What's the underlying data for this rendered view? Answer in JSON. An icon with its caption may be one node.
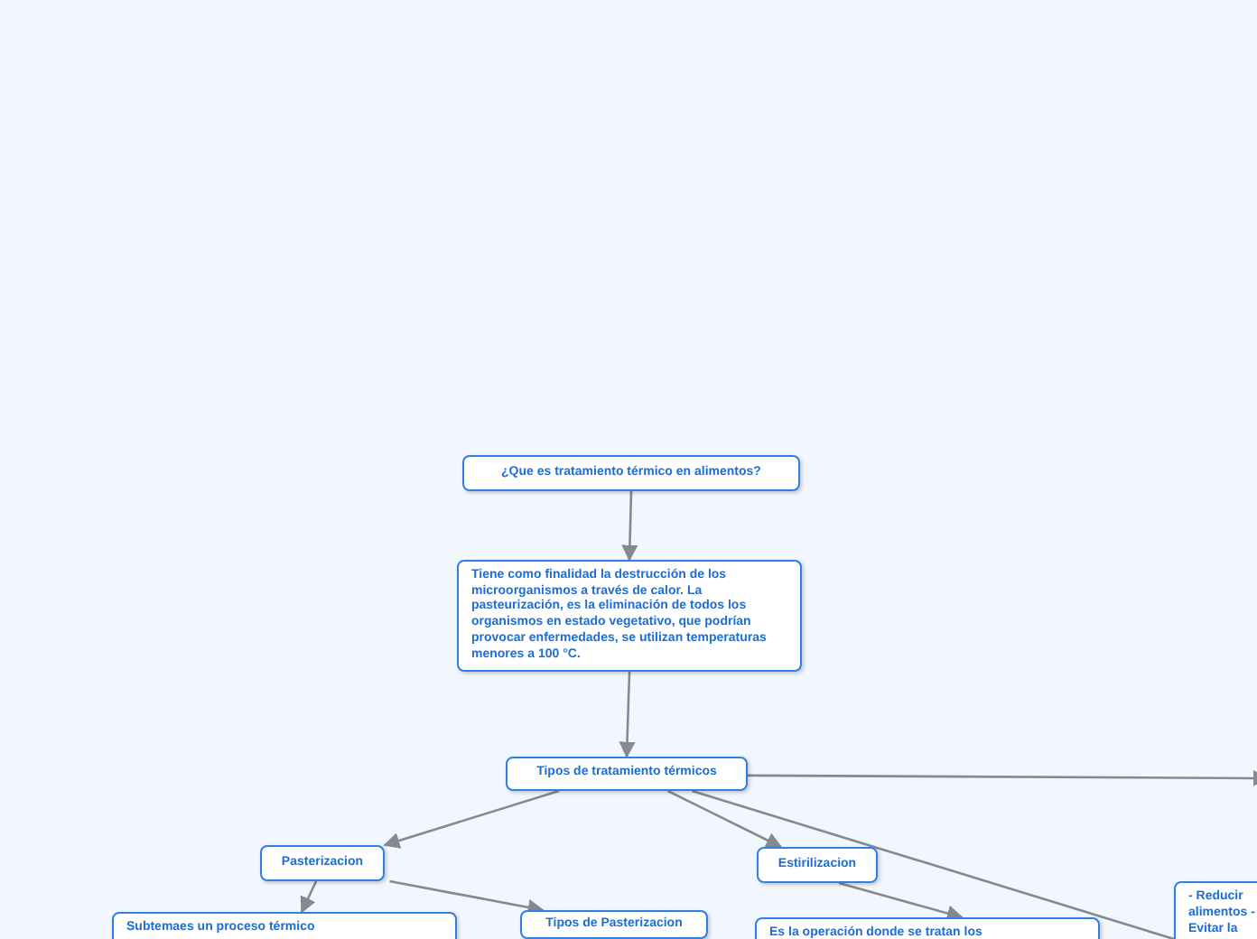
{
  "diagram": {
    "nodes": [
      {
        "text": [
          "¿Que es tratamiento térmico en alimentos?"
        ]
      },
      {
        "text": [
          "Tiene como finalidad la destrucción de los microorganismos a través de calor. La pasteurización, es la eliminación de todos los organismos en estado vegetativo, que podrían provocar enfermedades, se utilizan temperaturas menores a 100 °C."
        ]
      },
      {
        "text": [
          "Tipos de tratamiento térmicos"
        ]
      },
      {
        "text": [
          "Pasterizacion"
        ]
      },
      {
        "text": [
          "Estirilizacion"
        ]
      },
      {
        "text": [
          "Subtemaes un proceso térmico"
        ]
      },
      {
        "text": [
          "Tipos de Pasterizacion"
        ]
      },
      {
        "text": [
          "Es la operación donde se tratan los"
        ]
      },
      {
        "text": [
          "- Reducir alimentos - Evitar la"
        ]
      }
    ],
    "edges": [
      {
        "from": 0,
        "to": 1,
        "arrow": "to"
      },
      {
        "from": 1,
        "to": 2,
        "arrow": "to"
      },
      {
        "from": 2,
        "to": null,
        "arrow": "to"
      },
      {
        "from": 2,
        "to": 3,
        "arrow": "to"
      },
      {
        "from": 2,
        "to": 4,
        "arrow": "to"
      },
      {
        "from": 2,
        "to": 8,
        "arrow": "none"
      },
      {
        "from": 3,
        "to": 5,
        "arrow": "to"
      },
      {
        "from": 3,
        "to": 6,
        "arrow": "to"
      },
      {
        "from": 4,
        "to": 7,
        "arrow": "to"
      }
    ]
  }
}
